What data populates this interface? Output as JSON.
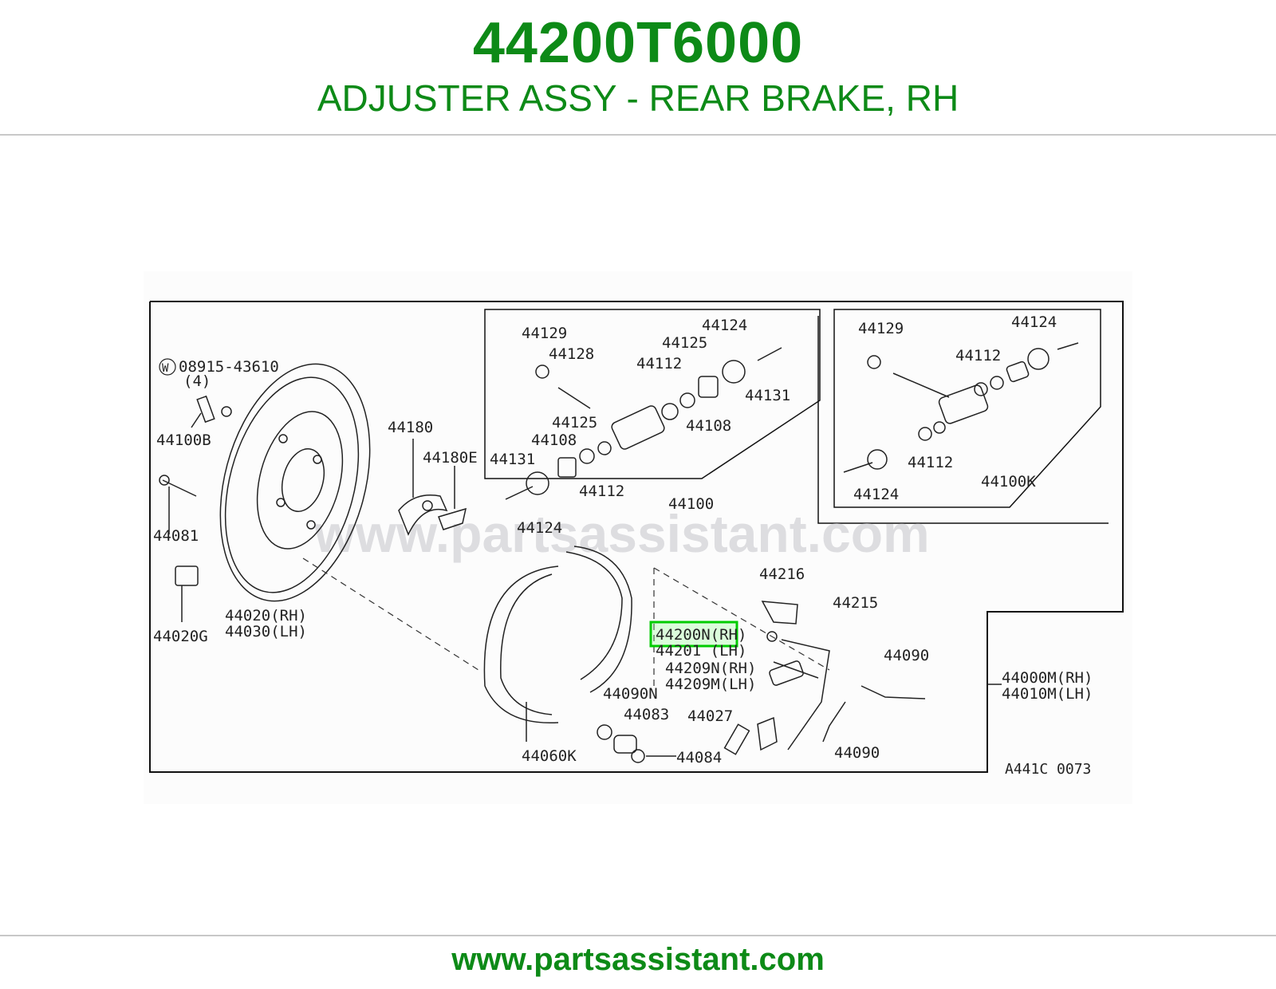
{
  "header": {
    "part_number": "44200T6000",
    "description": "ADJUSTER ASSY - REAR BRAKE, RH"
  },
  "footer": {
    "url": "www.partsassistant.com"
  },
  "diagram": {
    "watermark": "www.partsassistant.com",
    "drawing_code": "A441C 0073",
    "highlight_color": "#00cc00",
    "highlighted_callout": "44200N(RH)",
    "callouts": {
      "c08915": "08915-43610",
      "c08915_qty": "(4)",
      "c08915_symbol": "W",
      "c44100B": "44100B",
      "c44081": "44081",
      "c44020G": "44020G",
      "c44020RH": "44020(RH)",
      "c44030LH": "44030(LH)",
      "c44180": "44180",
      "c44180E": "44180E",
      "i1_44129": "44129",
      "i1_44128": "44128",
      "i1_44124a": "44124",
      "i1_44125a": "44125",
      "i1_44112a": "44112",
      "i1_44131a": "44131",
      "i1_44108a": "44108",
      "i1_44125b": "44125",
      "i1_44108b": "44108",
      "i1_44131b": "44131",
      "i1_44112b": "44112",
      "i1_44124b": "44124",
      "i1_44100": "44100",
      "i2_44129": "44129",
      "i2_44124a": "44124",
      "i2_44112a": "44112",
      "i2_44112b": "44112",
      "i2_44124b": "44124",
      "i2_44100K": "44100K",
      "c44216": "44216",
      "c44215": "44215",
      "c44200N": "44200N(RH)",
      "c44201": "44201  (LH)",
      "c44209N": "44209N(RH)",
      "c44209M": "44209M(LH)",
      "c44090a": "44090",
      "c44090b": "44090",
      "c44000M": "44000M(RH)",
      "c44010M": "44010M(LH)",
      "c44090N": "44090N",
      "c44083": "44083",
      "c44027": "44027",
      "c44084": "44084",
      "c44060K": "44060K"
    }
  }
}
